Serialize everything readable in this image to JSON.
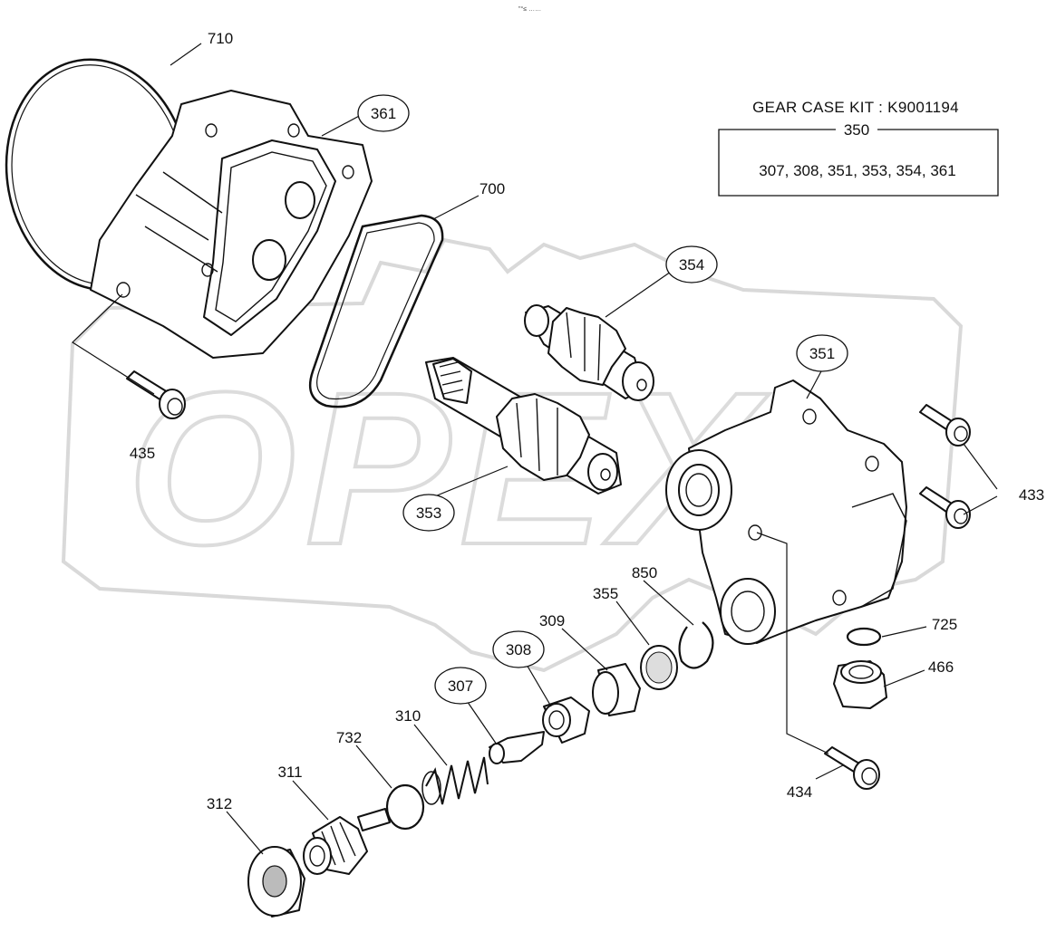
{
  "header_mark": "\"°≤ ……",
  "kit": {
    "title": "GEAR CASE KIT : K9001194",
    "kit_number": "350",
    "contents": "307, 308, 351, 353, 354, 361"
  },
  "watermark": {
    "text": "OPEX"
  },
  "callouts": {
    "p710": "710",
    "p361": "361",
    "p700": "700",
    "p354": "354",
    "p351": "351",
    "p433": "433",
    "p435": "435",
    "p353": "353",
    "p850": "850",
    "p355": "355",
    "p309": "309",
    "p308": "308",
    "p307": "307",
    "p310": "310",
    "p732": "732",
    "p311": "311",
    "p312": "312",
    "p725": "725",
    "p466": "466",
    "p434": "434"
  }
}
